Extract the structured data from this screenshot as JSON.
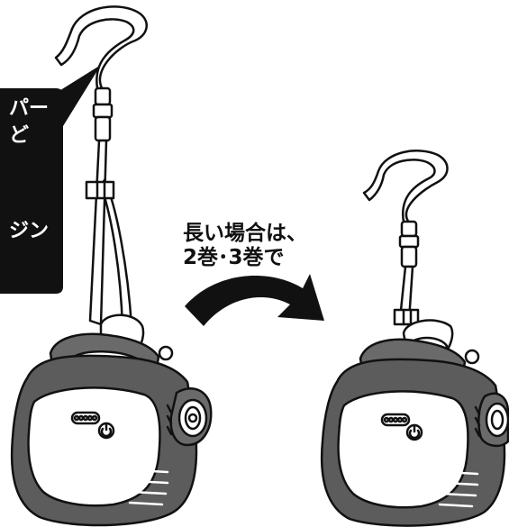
{
  "callout": {
    "lines": [
      "パー",
      "ど",
      "ジン"
    ]
  },
  "caption": {
    "line1": "長い場合は、",
    "line2": "2巻･3巻で"
  },
  "lantern": {
    "indicator_dots": 5
  },
  "colors": {
    "body": "#5c5c5c",
    "panel": "#ffffff",
    "outline": "#111111",
    "callout_bg": "#111111",
    "arrow": "#111111"
  }
}
